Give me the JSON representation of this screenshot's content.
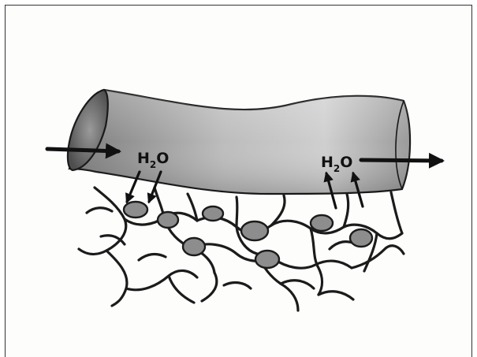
{
  "diagram": {
    "labels": {
      "left_symbol": "H",
      "left_subscript": "2",
      "left_suffix": "O",
      "right_symbol": "H",
      "right_subscript": "2",
      "right_suffix": "O"
    },
    "colors": {
      "outline": "#1a1a1a",
      "vessel_dark": "#6e6e6e",
      "vessel_light": "#d8d8d8",
      "cell_fill": "#8d8d8d",
      "fiber": "#1b1b1b"
    }
  }
}
